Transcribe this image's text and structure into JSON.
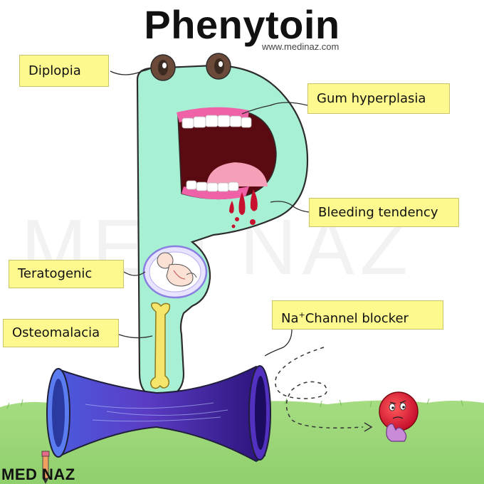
{
  "title": "Phenytoin",
  "website": "www.medinaz.com",
  "labels": {
    "diplopia": "Diplopia",
    "gum": "Gum hyperplasia",
    "bleeding": "Bleeding tendency",
    "teratogenic": "Teratogenic",
    "osteomalacia": "Osteomalacia",
    "na_prefix": "Na",
    "na_super": "+",
    "na_rest": "Channel blocker"
  },
  "watermark": "MED NAZ",
  "logo": "MED NAZ",
  "colors": {
    "letter_fill": "#a8f0d4",
    "label_bg": "#fdf98f",
    "mouth": "#5a0b12",
    "tongue": "#f5a0b8",
    "gums": "#f062a8",
    "blood": "#c8102e",
    "bone": "#f5e56a",
    "grass": "#9fd878",
    "sodium_ion": "#e8242e",
    "channel_blue": "#3d3ccf",
    "channel_purple": "#3a1680"
  }
}
